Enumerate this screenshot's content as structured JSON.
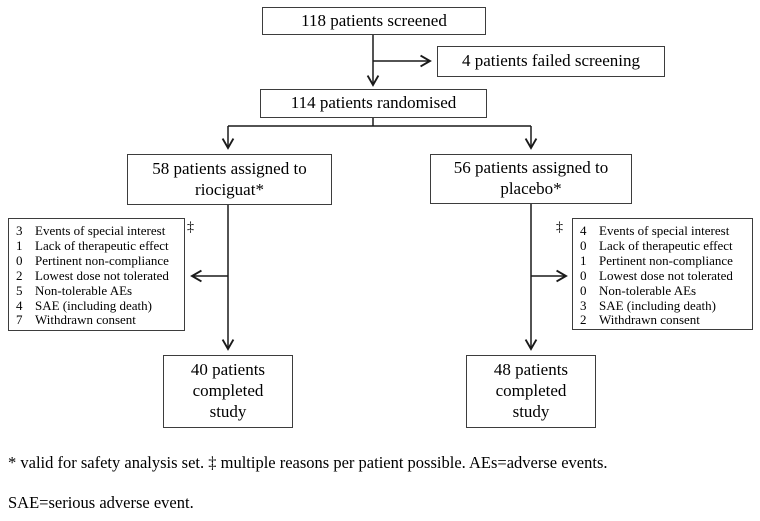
{
  "flow": {
    "screened": "118 patients screened",
    "failed_screening": "4 patients failed screening",
    "randomised": "114 patients randomised",
    "riociguat_assigned": "58 patients assigned to riociguat*",
    "placebo_assigned": "56 patients assigned to placebo*",
    "riociguat_completed": "40 patients completed study",
    "placebo_completed": "48 patients completed study"
  },
  "riociguat_withdrawals": {
    "marker": "‡",
    "items": [
      {
        "count": "3",
        "label": "Events of special interest"
      },
      {
        "count": "1",
        "label": "Lack of therapeutic effect"
      },
      {
        "count": "0",
        "label": "Pertinent non-compliance"
      },
      {
        "count": "2",
        "label": "Lowest dose not tolerated"
      },
      {
        "count": "5",
        "label": "Non-tolerable AEs"
      },
      {
        "count": "4",
        "label": "SAE (including death)"
      },
      {
        "count": "7",
        "label": "Withdrawn consent"
      }
    ]
  },
  "placebo_withdrawals": {
    "marker": "‡",
    "items": [
      {
        "count": "4",
        "label": "Events of special interest"
      },
      {
        "count": "0",
        "label": "Lack of therapeutic effect"
      },
      {
        "count": "1",
        "label": "Pertinent non-compliance"
      },
      {
        "count": "0",
        "label": "Lowest dose not tolerated"
      },
      {
        "count": "0",
        "label": "Non-tolerable AEs"
      },
      {
        "count": "3",
        "label": "SAE (including death)"
      },
      {
        "count": "2",
        "label": "Withdrawn consent"
      }
    ]
  },
  "footnotes": {
    "line1": "* valid for safety analysis set. ‡ multiple reasons per patient possible. AEs=adverse events.",
    "line2": "SAE=serious adverse event."
  },
  "colors": {
    "background": "#ffffff",
    "border": "#3d3d3d",
    "line": "#1a1a1a",
    "text": "#000000"
  }
}
